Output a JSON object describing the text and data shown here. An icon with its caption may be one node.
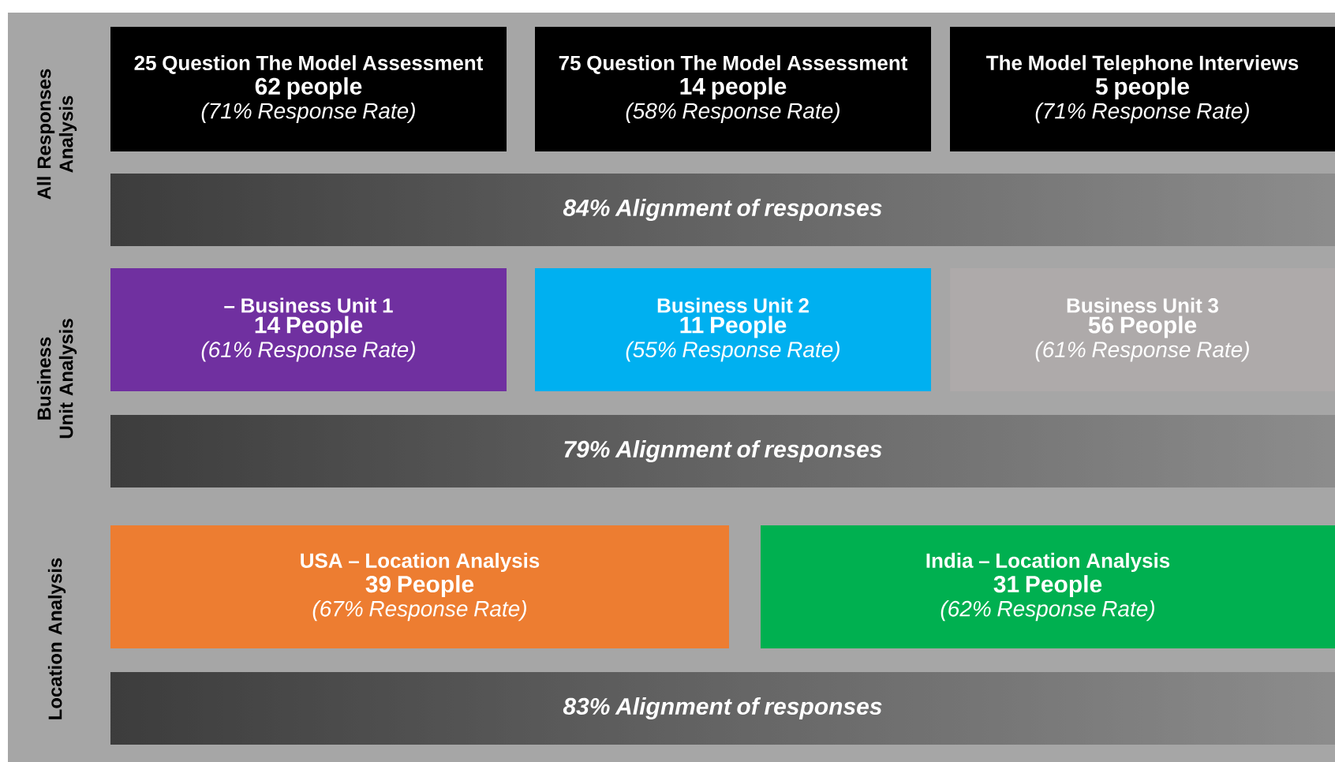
{
  "diagram": {
    "nodes": [
      {
        "text": [
          "25 Question The Model Assessment",
          "62 people",
          "(71% Response Rate)"
        ]
      },
      {
        "text": [
          "75 Question The Model Assessment",
          "14 people",
          "(58% Response Rate)"
        ]
      },
      {
        "text": [
          "The Model Telephone Interviews",
          "5 people",
          "(71% Response Rate)"
        ]
      },
      {
        "text": [
          "84% Alignment of responses"
        ]
      },
      {
        "text": [
          "– Business Unit 1",
          "14 People",
          "(61% Response Rate)"
        ]
      },
      {
        "text": [
          "Business Unit 2",
          "11 People",
          "(55% Response Rate)"
        ]
      },
      {
        "text": [
          "Business Unit 3",
          "56 People",
          "(61% Response Rate)"
        ]
      },
      {
        "text": [
          "79% Alignment of responses"
        ]
      },
      {
        "text": [
          "USA – Location Analysis",
          "39 People",
          "(67% Response Rate)"
        ]
      },
      {
        "text": [
          "India – Location Analysis",
          "31 People",
          "(62% Response Rate)"
        ]
      },
      {
        "text": [
          "83% Alignment of responses"
        ]
      }
    ],
    "labels": [
      "All Responses Analysis",
      "Business Unit Analysis",
      "Location Analysis"
    ]
  }
}
